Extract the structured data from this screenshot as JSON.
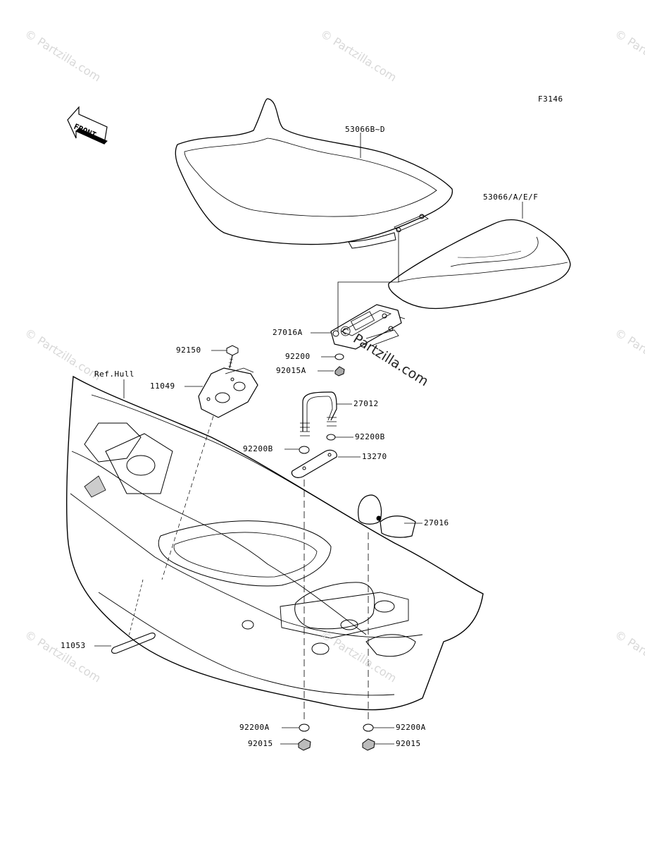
{
  "figure_code": "F3146",
  "front_label": "FRONT",
  "ref_label": "Ref.Hull",
  "watermark": "© Partzilla.com",
  "callouts": {
    "p53066b": "53066B~D",
    "p53066": "53066/A/E/F",
    "p27016a": "27016A",
    "p92200": "92200",
    "p92015a": "92015A",
    "p92150": "92150",
    "p11049": "11049",
    "p27012": "27012",
    "p92200b_r": "92200B",
    "p92200b_l": "92200B",
    "p13270": "13270",
    "p27016": "27016",
    "p11053": "11053",
    "p92200a_l": "92200A",
    "p92200a_r": "92200A",
    "p92015_l": "92015",
    "p92015_r": "92015"
  }
}
